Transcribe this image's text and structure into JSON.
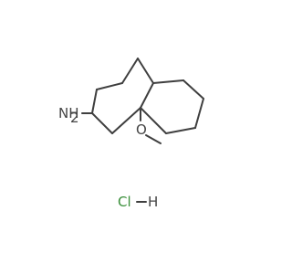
{
  "molecule": {
    "amine_label": "NH",
    "amine_h_count": "2",
    "oxygen_label": "O",
    "chlorine_label": "Cl",
    "hydrogen_label": "H"
  },
  "colors": {
    "bond": "#3f3f3f",
    "heteroatom_text": "#444444",
    "chlorine": "#3a8f3a"
  }
}
